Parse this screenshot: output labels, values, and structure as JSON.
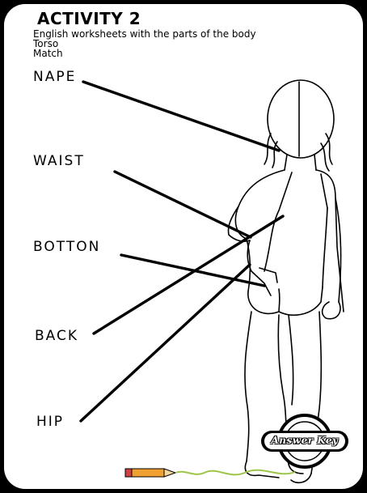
{
  "worksheet": {
    "title": "ACTIVITY 2",
    "subtitle_lines": [
      "English worksheets with the parts of the body",
      "Torso",
      "Match"
    ]
  },
  "labels": [
    "NAPE",
    "WAIST",
    "BOTTON",
    "BACK",
    "HIP"
  ],
  "badge": {
    "text": "Answer Key"
  },
  "colors": {
    "frame": "#000000",
    "paper": "#ffffff",
    "ink": "#000000",
    "pencil": "#f0a030"
  }
}
